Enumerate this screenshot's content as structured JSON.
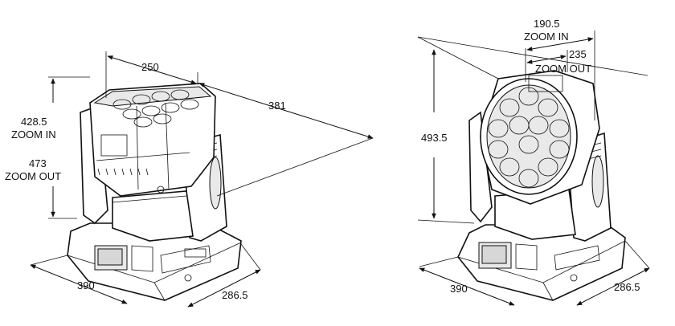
{
  "left_view": {
    "dims": {
      "width_top": "250",
      "diagonal": "381",
      "height_zoom_in": "428.5",
      "zoom_in": "ZOOM IN",
      "height_zoom_out": "473",
      "zoom_out": "ZOOM OUT",
      "base_left": "390",
      "base_right": "286.5"
    }
  },
  "right_view": {
    "dims": {
      "width_zoom_in": "190.5",
      "zoom_in": "ZOOM IN",
      "width_zoom_out": "235",
      "zoom_out": "ZOOM OUT",
      "height": "493.5",
      "base_left": "390",
      "base_right": "286.5"
    }
  }
}
